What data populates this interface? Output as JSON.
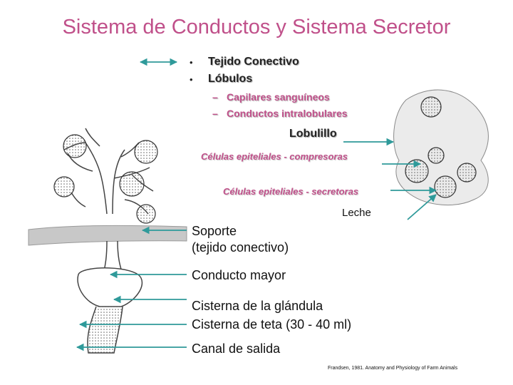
{
  "title": "Sistema de Conductos y Sistema Secretor",
  "bullets": [
    "Tejido Conectivo",
    "Lóbulos"
  ],
  "sub_bullets": [
    "Capilares sanguíneos",
    "Conductos intralobulares"
  ],
  "lobulillo": "Lobulillo",
  "cell_labels": {
    "compresoras": "Células epiteliales - compresoras",
    "secretoras": "Células epiteliales - secretoras"
  },
  "leche": "Leche",
  "parts": {
    "soporte_line1": "Soporte",
    "soporte_line2": "(tejido conectivo)",
    "conducto": "Conducto mayor",
    "cisterna_glandula": "Cisterna de la glándula",
    "cisterna_teta": "Cisterna de teta (30 - 40 ml)",
    "canal": "Canal de salida"
  },
  "citation": "Frandsen, 1981. Anatomy and Physiology of Farm Animals",
  "colors": {
    "title": "#c0508a",
    "arrow": "#2f9a9a",
    "label_accent": "#c0508a"
  }
}
